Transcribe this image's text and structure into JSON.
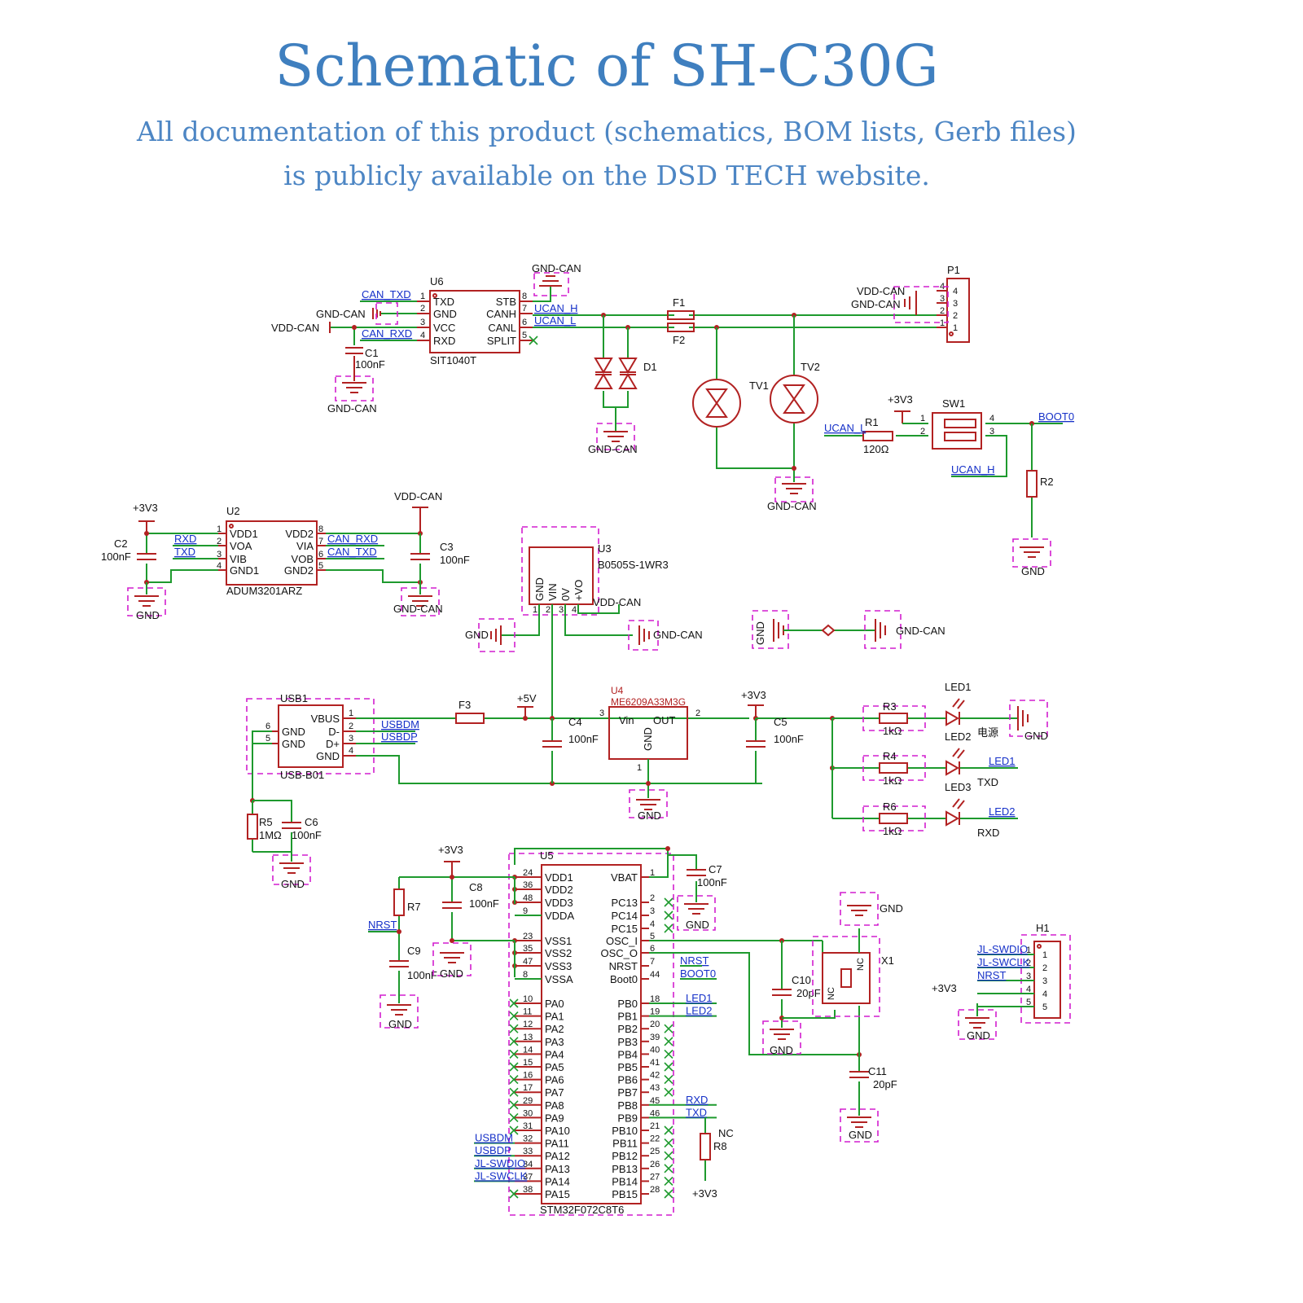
{
  "header": {
    "title": "Schematic of SH-C30G",
    "subtitle_line1": "All documentation of this product (schematics, BOM lists, Gerb files)",
    "subtitle_line2": "is publicly available on the DSD TECH website."
  },
  "colors": {
    "title": "#3f7fbf",
    "wire": "#1e9a2e",
    "component": "#b22222",
    "net_label": "#1530c8",
    "outline": "#d21ecf"
  },
  "can": {
    "u6_ref": "U6",
    "u6_part": "SIT1040T",
    "u6_left": [
      "TXD",
      "GND",
      "VCC",
      "RXD"
    ],
    "u6_right": [
      "STB",
      "CANH",
      "CANL",
      "SPLIT"
    ],
    "u6_lnum": [
      "1",
      "2",
      "3",
      "4"
    ],
    "u6_rnum": [
      "8",
      "7",
      "6",
      "5"
    ],
    "net_can_txd": "CAN_TXD",
    "net_can_rxd": "CAN_RXD",
    "net_ucan_h": "UCAN_H",
    "net_ucan_l": "UCAN_L",
    "gnd_can": "GND-CAN",
    "vdd_can": "VDD-CAN",
    "c1": "C1",
    "c1_val": "100nF",
    "f1": "F1",
    "f2": "F2",
    "d1": "D1",
    "tv1": "TV1",
    "tv2": "TV2",
    "p1": "P1",
    "p1_pins": [
      "4",
      "3",
      "2",
      "1"
    ]
  },
  "term": {
    "v3": "+3V3",
    "sw1": "SW1",
    "sw_pins": [
      "1",
      "2",
      "4",
      "3"
    ],
    "ucan_l": "UCAN_L",
    "ucan_h": "UCAN_H",
    "r1": "R1",
    "r1_val": "120Ω",
    "boot0": "BOOT0",
    "r2": "R2",
    "gnd": "GND"
  },
  "iso": {
    "u2": "U2",
    "u2_part": "ADUM3201ARZ",
    "left": [
      "VDD1",
      "VOA",
      "VIB",
      "GND1"
    ],
    "right": [
      "VDD2",
      "VIA",
      "VOB",
      "GND2"
    ],
    "lnum": [
      "1",
      "2",
      "3",
      "4"
    ],
    "rnum": [
      "8",
      "7",
      "6",
      "5"
    ],
    "rxd": "RXD",
    "txd": "TXD",
    "can_rxd": "CAN_RXD",
    "can_txd": "CAN_TXD",
    "v3": "+3V3",
    "vdd_can": "VDD-CAN",
    "c2": "C2",
    "c2_val": "100nF",
    "c3": "C3",
    "c3_val": "100nF",
    "gnd": "GND",
    "gnd_can": "GND-CAN"
  },
  "dcdc": {
    "u3": "U3",
    "part": "B0505S-1WR3",
    "pins": [
      "GND",
      "VIN",
      "0V",
      "+VO"
    ],
    "pnum": [
      "1",
      "2",
      "3",
      "4"
    ],
    "gnd": "GND",
    "gnd_can": "GND-CAN",
    "vdd_can": "VDD-CAN"
  },
  "bridge": {
    "gnd": "GND",
    "gnd_can": "GND-CAN"
  },
  "usb": {
    "ref": "USB1",
    "part": "USB-B01",
    "pins": [
      "VBUS",
      "D-",
      "D+",
      "GND"
    ],
    "pnum": [
      "1",
      "2",
      "3",
      "4"
    ],
    "gnd_pins": [
      "GND",
      "GND"
    ],
    "gnum": [
      "6",
      "5"
    ],
    "usbdm": "USBDM",
    "usbdp": "USBDP",
    "f3": "F3",
    "v5": "+5V",
    "c4": "C4",
    "c4_val": "100nF",
    "u4": "U4",
    "u4_part": "ME6209A33M3G",
    "vin": "Vin",
    "out": "OUT",
    "gnd_pin": "GND",
    "u4_nums": [
      "3",
      "2",
      "1"
    ],
    "v3": "+3V3",
    "c5": "C5",
    "c5_val": "100nF",
    "gnd": "GND",
    "r5": "R5",
    "r5_val": "1MΩ",
    "c6": "C6",
    "c6_val": "100nF"
  },
  "leds": {
    "rows": [
      {
        "r": "R3",
        "v": "1kΩ",
        "led": "LED1",
        "net": "",
        "desc": "电源"
      },
      {
        "r": "R4",
        "v": "1kΩ",
        "led": "LED2",
        "net": "LED1",
        "desc": "TXD"
      },
      {
        "r": "R6",
        "v": "1kΩ",
        "led": "LED3",
        "net": "LED2",
        "desc": "RXD"
      }
    ],
    "gnd": "GND"
  },
  "mcu": {
    "ref": "U5",
    "part": "STM32F072C8T6",
    "pwr_pins": [
      {
        "n": "24",
        "l": "VDD1"
      },
      {
        "n": "36",
        "l": "VDD2"
      },
      {
        "n": "48",
        "l": "VDD3"
      },
      {
        "n": "9",
        "l": "VDDA"
      },
      {
        "n": "23",
        "l": "VSS1"
      },
      {
        "n": "35",
        "l": "VSS2"
      },
      {
        "n": "47",
        "l": "VSS3"
      },
      {
        "n": "8",
        "l": "VSSA"
      }
    ],
    "pa_pins": [
      {
        "n": "10",
        "l": "PA0",
        "net": ""
      },
      {
        "n": "11",
        "l": "PA1",
        "net": ""
      },
      {
        "n": "12",
        "l": "PA2",
        "net": ""
      },
      {
        "n": "13",
        "l": "PA3",
        "net": ""
      },
      {
        "n": "14",
        "l": "PA4",
        "net": ""
      },
      {
        "n": "15",
        "l": "PA5",
        "net": ""
      },
      {
        "n": "16",
        "l": "PA6",
        "net": ""
      },
      {
        "n": "17",
        "l": "PA7",
        "net": ""
      },
      {
        "n": "29",
        "l": "PA8",
        "net": ""
      },
      {
        "n": "30",
        "l": "PA9",
        "net": ""
      },
      {
        "n": "31",
        "l": "PA10",
        "net": ""
      },
      {
        "n": "32",
        "l": "PA11",
        "net": "USBDM"
      },
      {
        "n": "33",
        "l": "PA12",
        "net": "USBDP"
      },
      {
        "n": "34",
        "l": "PA13",
        "net": "JL-SWDIO"
      },
      {
        "n": "37",
        "l": "PA14",
        "net": "JL-SWCLK"
      },
      {
        "n": "38",
        "l": "PA15",
        "net": ""
      }
    ],
    "rt_pins": [
      {
        "n": "1",
        "l": "VBAT",
        "net": ""
      },
      {
        "n": "2",
        "l": "PC13",
        "net": ""
      },
      {
        "n": "3",
        "l": "PC14",
        "net": ""
      },
      {
        "n": "4",
        "l": "PC15",
        "net": ""
      },
      {
        "n": "5",
        "l": "OSC_I",
        "net": ""
      },
      {
        "n": "6",
        "l": "OSC_O",
        "net": ""
      },
      {
        "n": "7",
        "l": "NRST",
        "net": "NRST"
      },
      {
        "n": "44",
        "l": "Boot0",
        "net": "BOOT0"
      }
    ],
    "pb_pins": [
      {
        "n": "18",
        "l": "PB0",
        "net": "LED1"
      },
      {
        "n": "19",
        "l": "PB1",
        "net": "LED2"
      },
      {
        "n": "20",
        "l": "PB2",
        "net": ""
      },
      {
        "n": "39",
        "l": "PB3",
        "net": ""
      },
      {
        "n": "40",
        "l": "PB4",
        "net": ""
      },
      {
        "n": "41",
        "l": "PB5",
        "net": ""
      },
      {
        "n": "42",
        "l": "PB6",
        "net": ""
      },
      {
        "n": "43",
        "l": "PB7",
        "net": ""
      },
      {
        "n": "45",
        "l": "PB8",
        "net": "RXD"
      },
      {
        "n": "46",
        "l": "PB9",
        "net": "TXD"
      },
      {
        "n": "21",
        "l": "PB10",
        "net": ""
      },
      {
        "n": "22",
        "l": "PB11",
        "net": ""
      },
      {
        "n": "25",
        "l": "PB12",
        "net": ""
      },
      {
        "n": "26",
        "l": "PB13",
        "net": ""
      },
      {
        "n": "27",
        "l": "PB14",
        "net": ""
      },
      {
        "n": "28",
        "l": "PB15",
        "net": ""
      }
    ],
    "v3": "+3V3",
    "r7": "R7",
    "nrst": "NRST",
    "c9": "C9",
    "c9_val": "100nF",
    "c8": "C8",
    "c8_val": "100nF",
    "c7": "C7",
    "c7_val": "100nF",
    "gnd": "GND",
    "r8": "R8",
    "nc": "NC"
  },
  "xtal": {
    "x1": "X1",
    "nc": "NC",
    "c10": "C10",
    "c10_val": "20pF",
    "c11": "C11",
    "c11_val": "20pF",
    "gnd": "GND"
  },
  "header_conn": {
    "h1": "H1",
    "pins": [
      "1",
      "2",
      "3",
      "4",
      "5"
    ],
    "nets": [
      "JL-SWDIO",
      "JL-SWCLK",
      "NRST",
      "",
      ""
    ],
    "v3": "+3V3",
    "gnd": "GND"
  }
}
